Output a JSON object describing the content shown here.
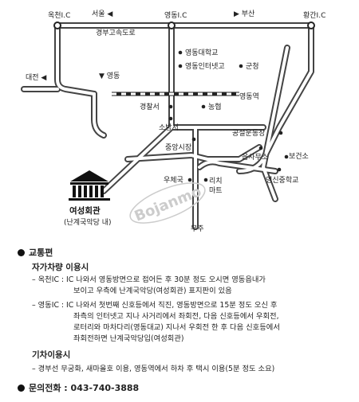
{
  "map": {
    "labels": {
      "okcheon_ic": "옥천I.C",
      "seoul": "서울 ◀",
      "yeongdong_ic": "영동I.C",
      "busan": "▶ 부산",
      "hwanggan_ic": "황간I.C",
      "expressway": "경부고속도로",
      "univ": "영동대학교",
      "interchange_mall": "영동인터넷고",
      "county_office": "군청",
      "daejeon": "대전 ◀",
      "yeongdong_arrow": "▼ 영동",
      "police": "경찰서",
      "nonghyup": "농협",
      "station": "영동역",
      "fire": "소방서",
      "stadium": "공설운동장",
      "market": "중앙시장",
      "town_office": "읍사무소",
      "health": "보건소",
      "post": "우체국",
      "yeongsin": "영신중학교",
      "building1": "리치",
      "building2": "마트",
      "muju": "무주",
      "venue_name": "여성회관",
      "venue_sub": "(난계국악당 내)",
      "watermark": "Bojanmo"
    }
  },
  "info": {
    "transport_title": "교통편",
    "car_title": "자가차량 이용시",
    "car_items": [
      {
        "key": "– 옥천IC : ",
        "lines": [
          "IC 나와서 영동방면으로 접어든 후 30분 정도 오시면  영동읍내가",
          "보이고 우측에 난계국악당(여성회관) 표지판이 있음"
        ]
      },
      {
        "key": "– 영동IC : ",
        "lines": [
          "IC 나와서 첫번째 신호등에서 직진, 영동방면으로 15분 정도 오신 후",
          "좌측의 인터넷고 지나 사거리에서 좌회전, 다음 신호등에서 우회전,",
          "로터리와 마차다리(영동대교) 지나서 우회전 한 후 다음 신호등에서",
          "좌회전하면 난계국악당입(여성회관)"
        ]
      }
    ],
    "train_title": "기차이용시",
    "train_item": "– 경부선 무궁화, 새마을호 이용, 영동역에서 하차 후 택시 이용(5분 정도 소요)",
    "phone": "문의전화 : 043-740-3888"
  }
}
